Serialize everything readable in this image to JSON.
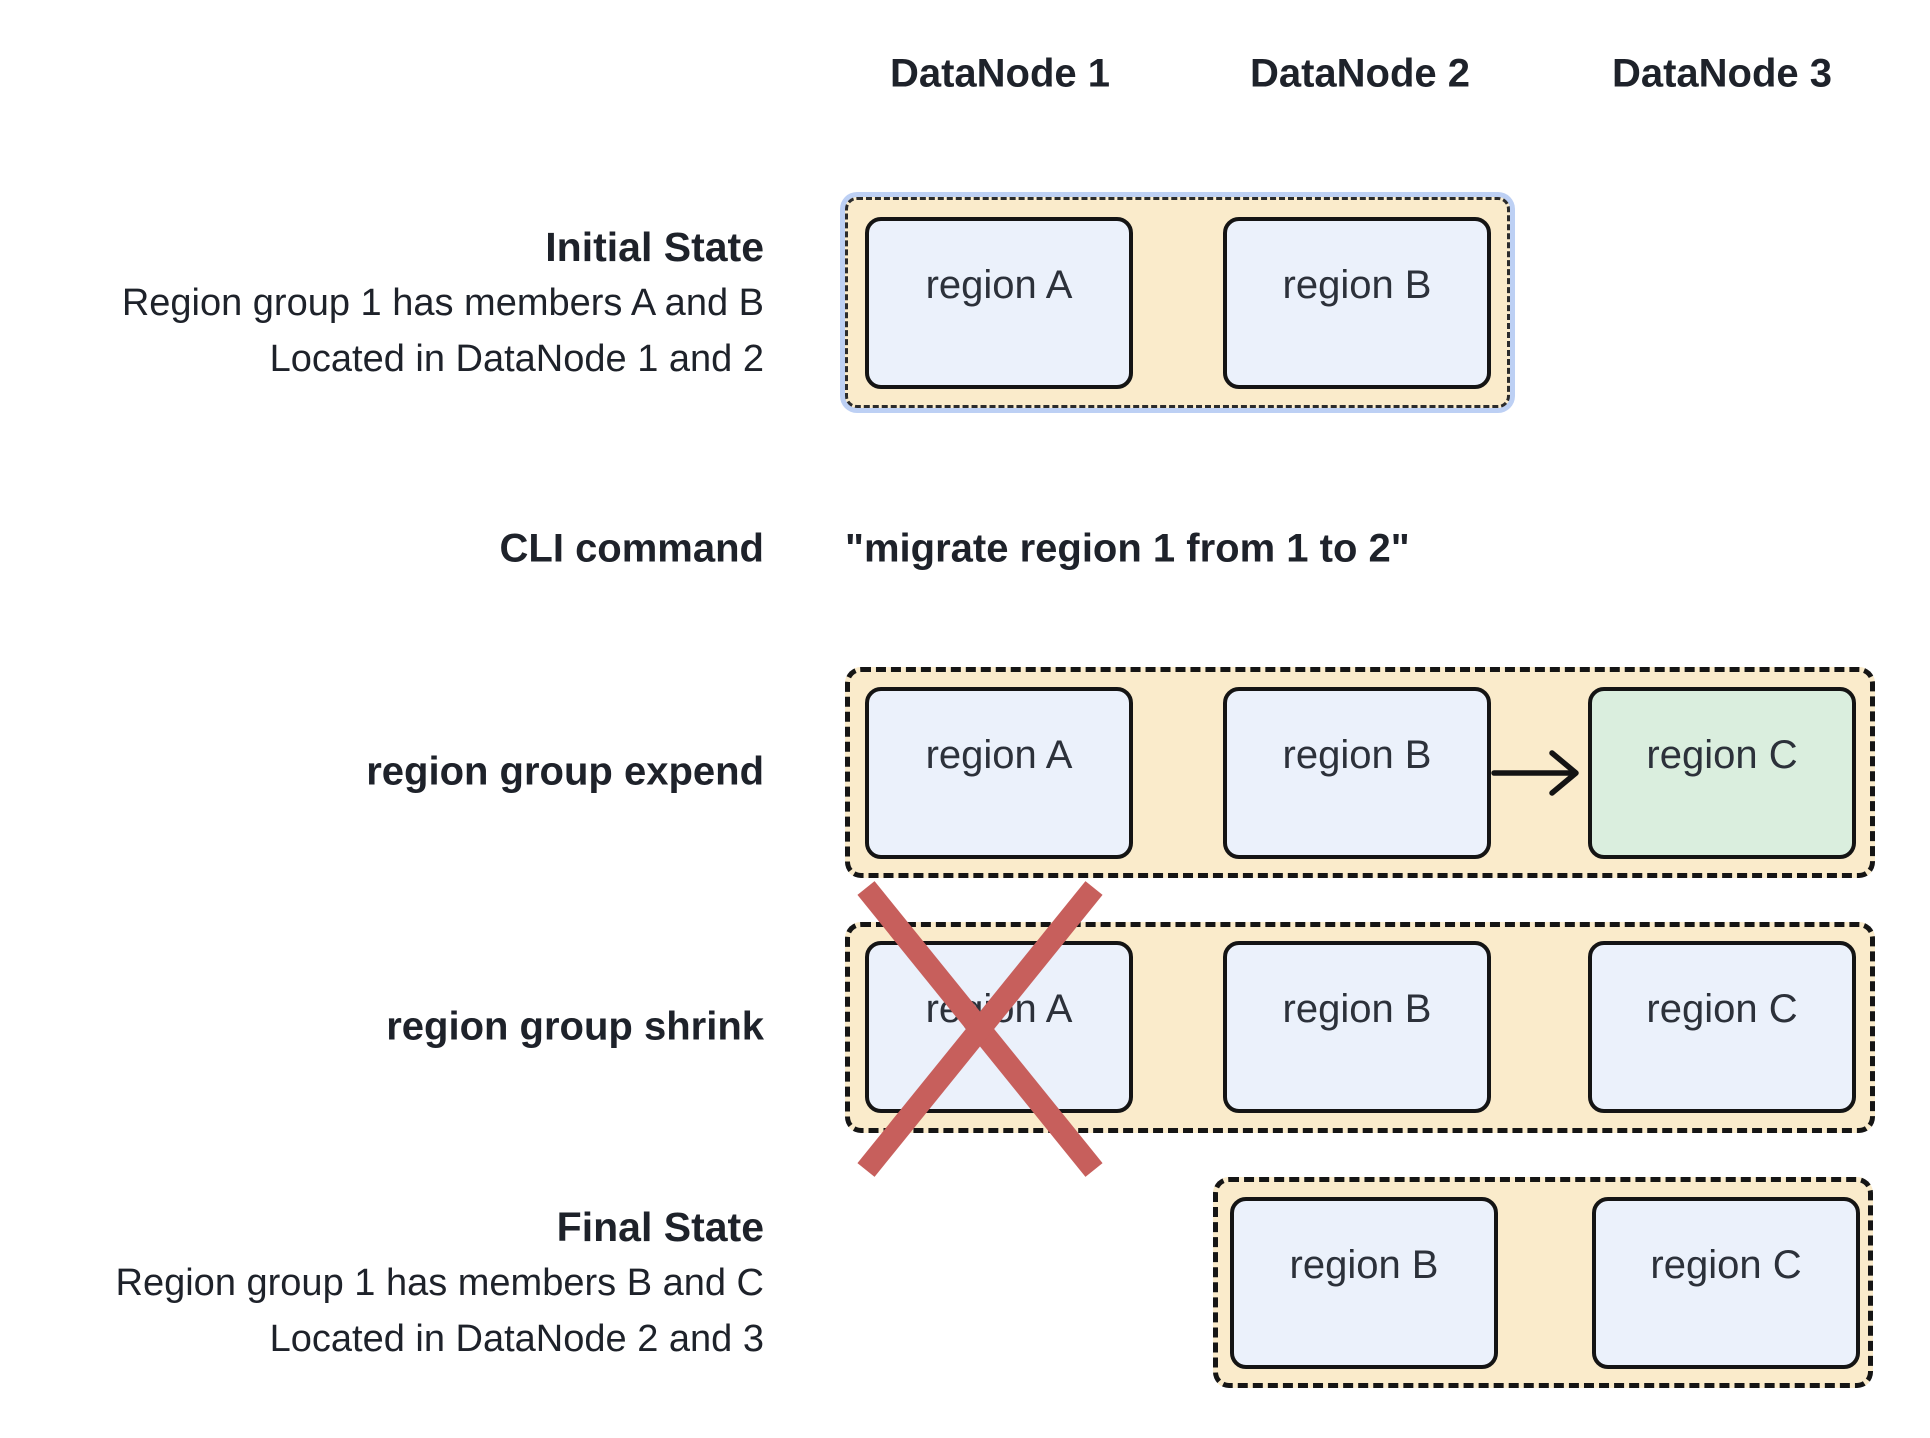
{
  "columns": [
    {
      "label": "DataNode 1"
    },
    {
      "label": "DataNode 2"
    },
    {
      "label": "DataNode 3"
    }
  ],
  "rows": {
    "initial": {
      "title": "Initial State",
      "desc1": "Region group 1 has members A and B",
      "desc2": "Located in DataNode 1 and 2",
      "regions": [
        "region A",
        "region B"
      ]
    },
    "cli": {
      "label": "CLI command",
      "command": "\"migrate region 1 from 1 to 2\""
    },
    "expend": {
      "label": "region group expend",
      "regions": [
        "region A",
        "region B",
        "region C"
      ]
    },
    "shrink": {
      "label": "region group shrink",
      "regions": [
        "region A",
        "region B",
        "region C"
      ]
    },
    "final": {
      "title": "Final State",
      "desc1": "Region group 1 has members B and C",
      "desc2": "Located in DataNode 2 and 3",
      "regions": [
        "region B",
        "region C"
      ]
    }
  },
  "colors": {
    "group_fill": "#FAEBCB",
    "region_fill": "#EBF1FB",
    "new_region_fill": "#DAEEDE",
    "cross": "#C75F5C",
    "initial_highlight_border": "#BDD0F4",
    "group_border": "#151515",
    "text": "#1E222A"
  }
}
